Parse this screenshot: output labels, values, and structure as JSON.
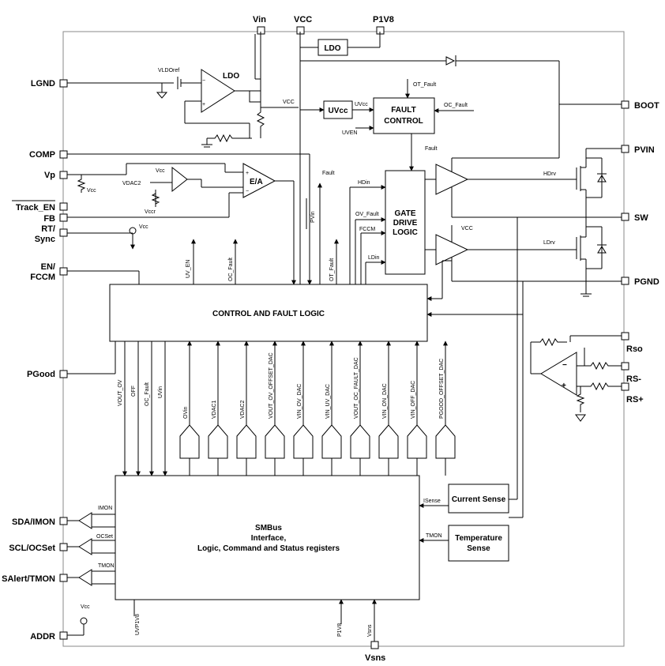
{
  "pins": {
    "vin": "Vin",
    "vcc": "VCC",
    "p1v8": "P1V8",
    "lgnd": "LGND",
    "comp": "COMP",
    "vp": "Vp",
    "track_en": "Track_EN",
    "fb": "FB",
    "rt": "RT/",
    "sync": "Sync",
    "en": "EN/",
    "fccm": "FCCM",
    "pgood": "PGood",
    "sda": "SDA/IMON",
    "scl": "SCL/OCSet",
    "salert": "SAlert/TMON",
    "addr": "ADDR",
    "vsns": "Vsns",
    "boot": "BOOT",
    "pvin": "PVIN",
    "sw": "SW",
    "pgnd": "PGND",
    "rso": "Rso",
    "rs_minus": "RS-",
    "rs_plus": "RS+"
  },
  "blocks": {
    "ldo_box": "LDO",
    "ldo_amp": "LDO",
    "uvcc": "UVcc",
    "fault1": "FAULT",
    "fault2": "CONTROL",
    "gate1": "GATE",
    "gate2": "DRIVE",
    "gate3": "LOGIC",
    "ea": "E/A",
    "cfl": "CONTROL AND FAULT LOGIC",
    "current": "Current Sense",
    "temp1": "Temperature",
    "temp2": "Sense",
    "smb1": "SMBus",
    "smb2": "Interface,",
    "smb3": "Logic, Command and Status registers"
  },
  "signals": {
    "vldoref": "VLDOref",
    "vcc_ldo": "VCC",
    "ot_fault": "OT_Fault",
    "oc_fault": "OC_Fault",
    "uvcc_in": "UVcc",
    "uven": "UVEN",
    "fault": "Fault",
    "fault2": "Fault",
    "vcc_div": "Vcc",
    "vdac2": "VDAC2",
    "vcc_comp": "Vcc",
    "vccr": "Vccr",
    "vcc_rt": "Vcc",
    "hdin": "HDin",
    "ov_fault": "OV_Fault",
    "fccm_sig": "FCCM",
    "ldin": "LDin",
    "hdrv": "HDrv",
    "ldrv": "LDrv",
    "vcc_drv": "VCC",
    "pvin_sig": "PVin",
    "uv_en": "UV_EN",
    "oc_fault_up": "OC_Fault",
    "ot_fault_up": "OT_Fault",
    "isense": "ISense",
    "tmon": "TMON",
    "imon": "IMON",
    "ocset": "OCSet",
    "tmon_in": "TMON",
    "vcc_addr": "Vcc",
    "uvp1v8": "UVP1V8",
    "p1v8_in": "P1V8",
    "vsns_in": "Vsns",
    "down": [
      "VOUT_OV",
      "OFF",
      "OC_Fault",
      "UVin"
    ],
    "up": [
      "OVin",
      "VDAC1",
      "VDAC2",
      "VOUT_OV_OFFSET_DAC",
      "VIN_OV_DAC",
      "VIN_UV_DAC",
      "VOUT_OC_FAULT_DAC",
      "VIN_ON_DAC",
      "VIN_OFF_DAC",
      "PGOOD_OFFSET_DAC"
    ]
  }
}
